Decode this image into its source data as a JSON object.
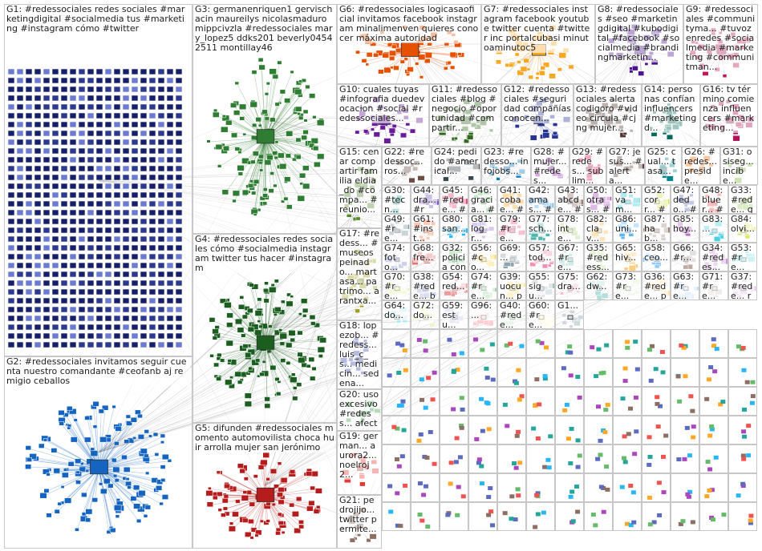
{
  "groups": [
    {
      "id": "g1",
      "text": "G1: #redessociales redes sociales #marketingdigital #socialmedia tus #marketing #instagram cómo #twitter",
      "color": "#1a237e",
      "kind": "grid"
    },
    {
      "id": "g2",
      "text": "G2: #redessociales invitamos seguir cuenta nuestro comandante #ceofanb aj remigio ceballos",
      "color": "#1565c0",
      "kind": "cluster"
    },
    {
      "id": "g3",
      "text": "G3: germanenriquen1 gervischacin maureilys nicolasmaduro mippcivzla #redessociales mary_lopez5 ddks201 beverly04542511 montillay46",
      "color": "#2e7d32",
      "kind": "cluster"
    },
    {
      "id": "g4",
      "text": "G4: #redessociales redes sociales cómo #socialmedia instagram twitter tus hacer #instagram",
      "color": "#1b5e20",
      "kind": "cluster"
    },
    {
      "id": "g5",
      "text": "G5: difunden #redessociales momento automovilista choca huir arrolla mujer san jerónimo",
      "color": "#b71c1c",
      "kind": "cluster"
    },
    {
      "id": "g6",
      "text": "G6: #redessociales logicasaoficial invitamos facebook instagram minalimenven quieres conocer máxima autoridad",
      "color": "#e65100",
      "kind": "cluster"
    },
    {
      "id": "g7",
      "text": "G7: #redessociales instagram facebook youtube twitter cuenta #twitter inc portalcubasi minutoaminutoc5",
      "color": "#f9a825",
      "kind": "cluster"
    },
    {
      "id": "g8",
      "text": "G8: #redessociales #seo #marketingdigital #kubodigital #facebook #socialmedia #brandingmarketin...",
      "color": "#4a148c",
      "kind": "cluster"
    },
    {
      "id": "g9",
      "text": "G9: #redessociales #communityma... #tuvozenredes #socialmedia #marketing #communitman...",
      "color": "#c2185b",
      "kind": "cluster"
    },
    {
      "id": "g10",
      "text": "G10: cuales tuyas #infografia duedevocacion #social #redessociales...",
      "color": "#6a1b9a",
      "kind": "cluster"
    },
    {
      "id": "g11",
      "text": "G11: #redessociales #blog #negocio #oportunidad #compartir...",
      "color": "#33691e",
      "kind": "cluster"
    },
    {
      "id": "g12",
      "text": "G12: #redessociales #seguridad compañías conocen...",
      "color": "#283593",
      "kind": "cluster"
    },
    {
      "id": "g13",
      "text": "G13: #redessociales alertacodigoro #video circula #cjng mujer...",
      "color": "#4e342e",
      "kind": "cluster"
    },
    {
      "id": "g14",
      "text": "G14: personas confían influencers #marketingd...",
      "color": "#00695c",
      "kind": "cluster"
    },
    {
      "id": "g16",
      "text": "G16: tv término comienza influencers #marketing...",
      "color": "#ad1457",
      "kind": "cluster"
    },
    {
      "id": "g15",
      "text": "G15: cenar compartir familia eldia_do #compa... #reunio...",
      "color": "#558b2f",
      "kind": "cluster"
    },
    {
      "id": "g22",
      "text": "G22: #redessoc... ros...",
      "color": "#6d4c41",
      "kind": "cluster"
    },
    {
      "id": "g24",
      "text": "G24: pedido #americal...",
      "color": "#37474f",
      "kind": "cluster"
    },
    {
      "id": "g23",
      "text": "G23: #redesso... infojobs...",
      "color": "#0277bd",
      "kind": "cluster"
    },
    {
      "id": "g28",
      "text": "G28: #mujer... #redes...",
      "color": "#8e24aa",
      "kind": "cluster"
    },
    {
      "id": "g29",
      "text": "G29: #redes... sublim...",
      "color": "#d81b60",
      "kind": "cluster"
    },
    {
      "id": "g27",
      "text": "G27: jesus... #alerta...",
      "color": "#5d4037",
      "kind": "cluster"
    },
    {
      "id": "g25",
      "text": "G25: cual... tasa...",
      "color": "#00838f",
      "kind": "cluster"
    },
    {
      "id": "g26",
      "text": "G26: #redes... preside...",
      "color": "#ef6c00",
      "kind": "cluster"
    },
    {
      "id": "g31",
      "text": "G31: osiseg... incibe...",
      "color": "#7cb342",
      "kind": "cluster"
    },
    {
      "id": "g17",
      "text": "G17: #redess... #museos peinado... martasa... patrimo... arantxa...",
      "color": "#9e9d24",
      "kind": "cluster"
    },
    {
      "id": "g18",
      "text": "G18: lopezob... #redess... luis_c_s... medicin... sedena...",
      "color": "#3949ab",
      "kind": "cluster"
    },
    {
      "id": "g20",
      "text": "G20: uso excesivo #redess... afectar...",
      "color": "#43a047",
      "kind": "cluster"
    },
    {
      "id": "g19",
      "text": "G19: german... aurora2... noelroj2...",
      "color": "#e53935",
      "kind": "cluster"
    },
    {
      "id": "g21",
      "text": "G21: pedrojijo... twitter permite...",
      "color": "#8d6e63",
      "kind": "cluster"
    }
  ],
  "small_groups": [
    {
      "text": "G30: #tecn... #solu...",
      "color": "#26a69a"
    },
    {
      "text": "G44: dra... #re...",
      "color": "#7e57c2"
    },
    {
      "text": "G45: #rede... #re...",
      "color": "#ec407a"
    },
    {
      "text": "G46: gracia... #re...",
      "color": "#66bb6a"
    },
    {
      "text": "G41: cobae... #re...",
      "color": "#ffa726"
    },
    {
      "text": "G42: amas... #re...",
      "color": "#42a5f5"
    },
    {
      "text": "G43: abcde... #re...",
      "color": "#8d6e63"
    },
    {
      "text": "G50: otras... #re...",
      "color": "#ab47bc"
    },
    {
      "text": "G51: vam... #re...",
      "color": "#26c6da"
    },
    {
      "text": "G52: corr... #re...",
      "color": "#d4e157"
    },
    {
      "text": "G47: dedo... #re...",
      "color": "#5c6bc0"
    },
    {
      "text": "G48: bluer... #re...",
      "color": "#ef5350"
    },
    {
      "text": "G33: #rede... gran...",
      "color": "#9ccc65"
    },
    {
      "text": "G49: #re...",
      "color": "#78909c"
    },
    {
      "text": "G61: #inst...",
      "color": "#ff7043"
    },
    {
      "text": "G80: san...",
      "color": "#29b6f6"
    },
    {
      "text": "G81: logr...",
      "color": "#9575cd"
    },
    {
      "text": "G79: #re...",
      "color": "#f06292"
    },
    {
      "text": "G77: sch...",
      "color": "#4db6ac"
    },
    {
      "text": "G78: inte...",
      "color": "#aed581"
    },
    {
      "text": "G82: clav...",
      "color": "#ffb74d"
    },
    {
      "text": "G86: uni...",
      "color": "#64b5f6"
    },
    {
      "text": "G87: hab...",
      "color": "#a1887f"
    },
    {
      "text": "G85: hoy...",
      "color": "#ba68c8"
    },
    {
      "text": "G83: ...",
      "color": "#4dd0e1"
    },
    {
      "text": "G84: olvi...",
      "color": "#dce775"
    },
    {
      "text": "G74: foto...",
      "color": "#7986cb"
    },
    {
      "text": "G68: fre...",
      "color": "#e57373"
    },
    {
      "text": "G32: policia conde...",
      "color": "#81c784"
    },
    {
      "text": "G56: #co...",
      "color": "#ffd54f"
    },
    {
      "text": "G69: ...",
      "color": "#90a4ae"
    },
    {
      "text": "G57: tod...",
      "color": "#f48fb1"
    },
    {
      "text": "G67: #re...",
      "color": "#80cbc4"
    },
    {
      "text": "G35: #redess... mkt4e...",
      "color": "#c5e1a5"
    },
    {
      "text": "G65: hiv...",
      "color": "#ffcc80"
    },
    {
      "text": "G58: ceo...",
      "color": "#90caf9"
    },
    {
      "text": "G66: #r...",
      "color": "#bcaaa4"
    },
    {
      "text": "G34: #redes... #mark...",
      "color": "#ce93d8"
    },
    {
      "text": "G53: #re...",
      "color": "#80deea"
    },
    {
      "text": "G70: #re...",
      "color": "#e6ee9c"
    },
    {
      "text": "G38: #rede... banco...",
      "color": "#9fa8da"
    },
    {
      "text": "G54: red...",
      "color": "#ef9a9a"
    },
    {
      "text": "G74: #re...",
      "color": "#a5d6a7"
    },
    {
      "text": "G39: uocun... podéi...",
      "color": "#ffe082"
    },
    {
      "text": "G55: sigu...",
      "color": "#b0bec5"
    },
    {
      "text": "G75: dra...",
      "color": "#f8bbd0"
    },
    {
      "text": "G62: dw...",
      "color": "#b2dfdb"
    },
    {
      "text": "G73: #re...",
      "color": "#dcedc8"
    },
    {
      "text": "G36: #rede... perun...",
      "color": "#ffe0b2"
    },
    {
      "text": "G63: #re...",
      "color": "#bbdefb"
    },
    {
      "text": "G71: #re...",
      "color": "#d7ccc8"
    },
    {
      "text": "G37: #rede... redes...",
      "color": "#e1bee7"
    },
    {
      "text": "G64: do...",
      "color": "#b2ebf2"
    },
    {
      "text": "G72: do...",
      "color": "#f0f4c3"
    },
    {
      "text": "G59: estu...",
      "color": "#c5cae9"
    },
    {
      "text": "G96: ...",
      "color": "#ffcdd2"
    },
    {
      "text": "G40: #rede...",
      "color": "#c8e6c9"
    },
    {
      "text": "G60: #re...",
      "color": "#fff9c4"
    },
    {
      "text": "G1...",
      "color": "#cfd8dc"
    }
  ]
}
